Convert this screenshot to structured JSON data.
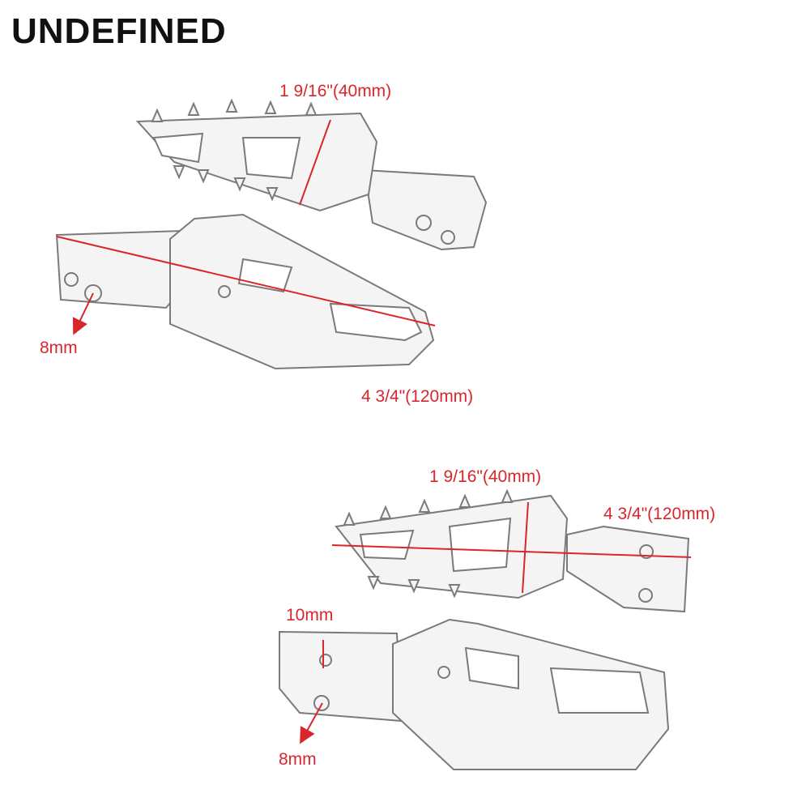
{
  "brand": {
    "text": "UNDEFINED"
  },
  "colors": {
    "annotation": "#d9262c",
    "outline": "#7a7a7a",
    "body_fill": "#f4f4f4",
    "background": "#ffffff"
  },
  "top_figure": {
    "width_label": "1 9/16\"(40mm)",
    "length_label": "4 3/4\"(120mm)",
    "bolt_label": "8mm"
  },
  "bottom_figure": {
    "width_label": "1 9/16\"(40mm)",
    "length_label": "4 3/4\"(120mm)",
    "pin_label": "10mm",
    "bolt_label": "8mm"
  }
}
